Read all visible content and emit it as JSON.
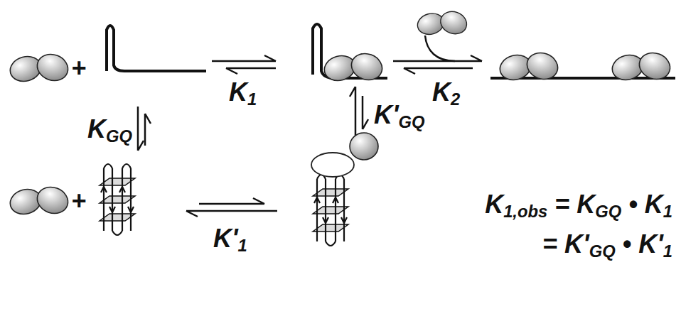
{
  "diagram": {
    "labels": [
      "+",
      "K1",
      "K2",
      "KGQ",
      "+",
      "K'GQ",
      "K'1",
      "K1,obs = KGQ • K1",
      "= K'GQ • K'1"
    ]
  }
}
